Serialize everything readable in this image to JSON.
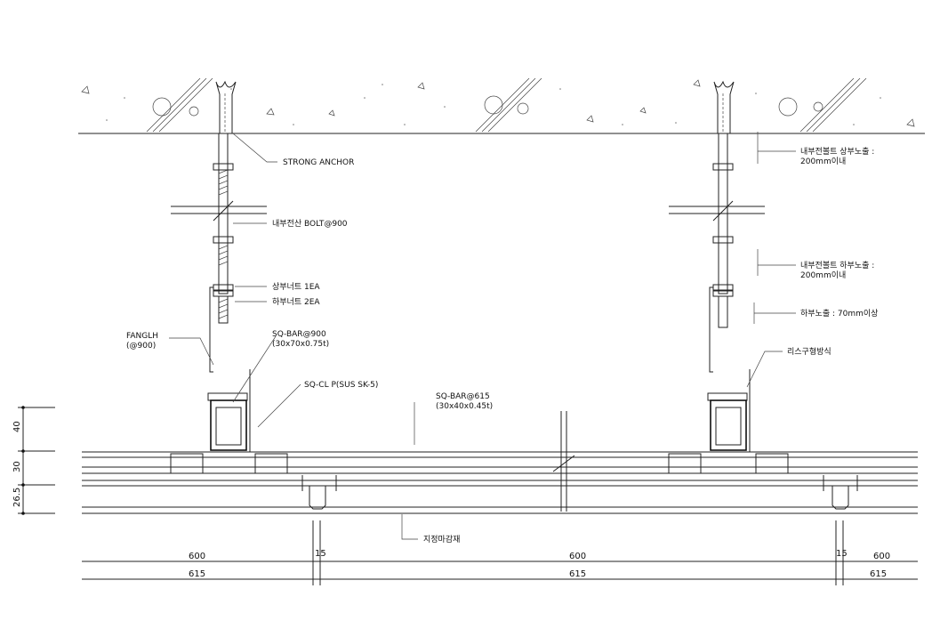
{
  "labels": {
    "strong_anchor": "STRONG ANCHOR",
    "bolt": "내부전산 BOLT@900",
    "upper_nut": "상부너트 1EA",
    "lower_nut": "하부너트 2EA",
    "angle_line1": "FANGLH",
    "angle_line2": "(@900)",
    "sq_bar_900_line1": "SQ-BAR@900",
    "sq_bar_900_line2": "(30x70x0.75t)",
    "sq_clip": "SQ-CL P(SUS SK-5)",
    "sq_bar_615_line1": "SQ-BAR@615",
    "sq_bar_615_line2": "(30x40x0.45t)",
    "finish": "지정마감재",
    "upper_exposure_line1": "내부전볼트 상부노출 :",
    "upper_exposure_line2": "200mm이내",
    "lower_exposure_line1": "내부전볼트 하부노출 :",
    "lower_exposure_line2": "200mm이내",
    "bottom_exposure": "하부노출 : 70mm이상",
    "fixing_method": "리스구형방식"
  },
  "dimensions": {
    "v_40": "40",
    "v_30": "30",
    "v_26_5": "26.5",
    "h_600_left": "600",
    "h_15_left": "15",
    "h_600_mid": "600",
    "h_15_right": "15",
    "h_600_right": "600",
    "h_615_left": "615",
    "h_615_mid": "615",
    "h_615_right": "615"
  }
}
